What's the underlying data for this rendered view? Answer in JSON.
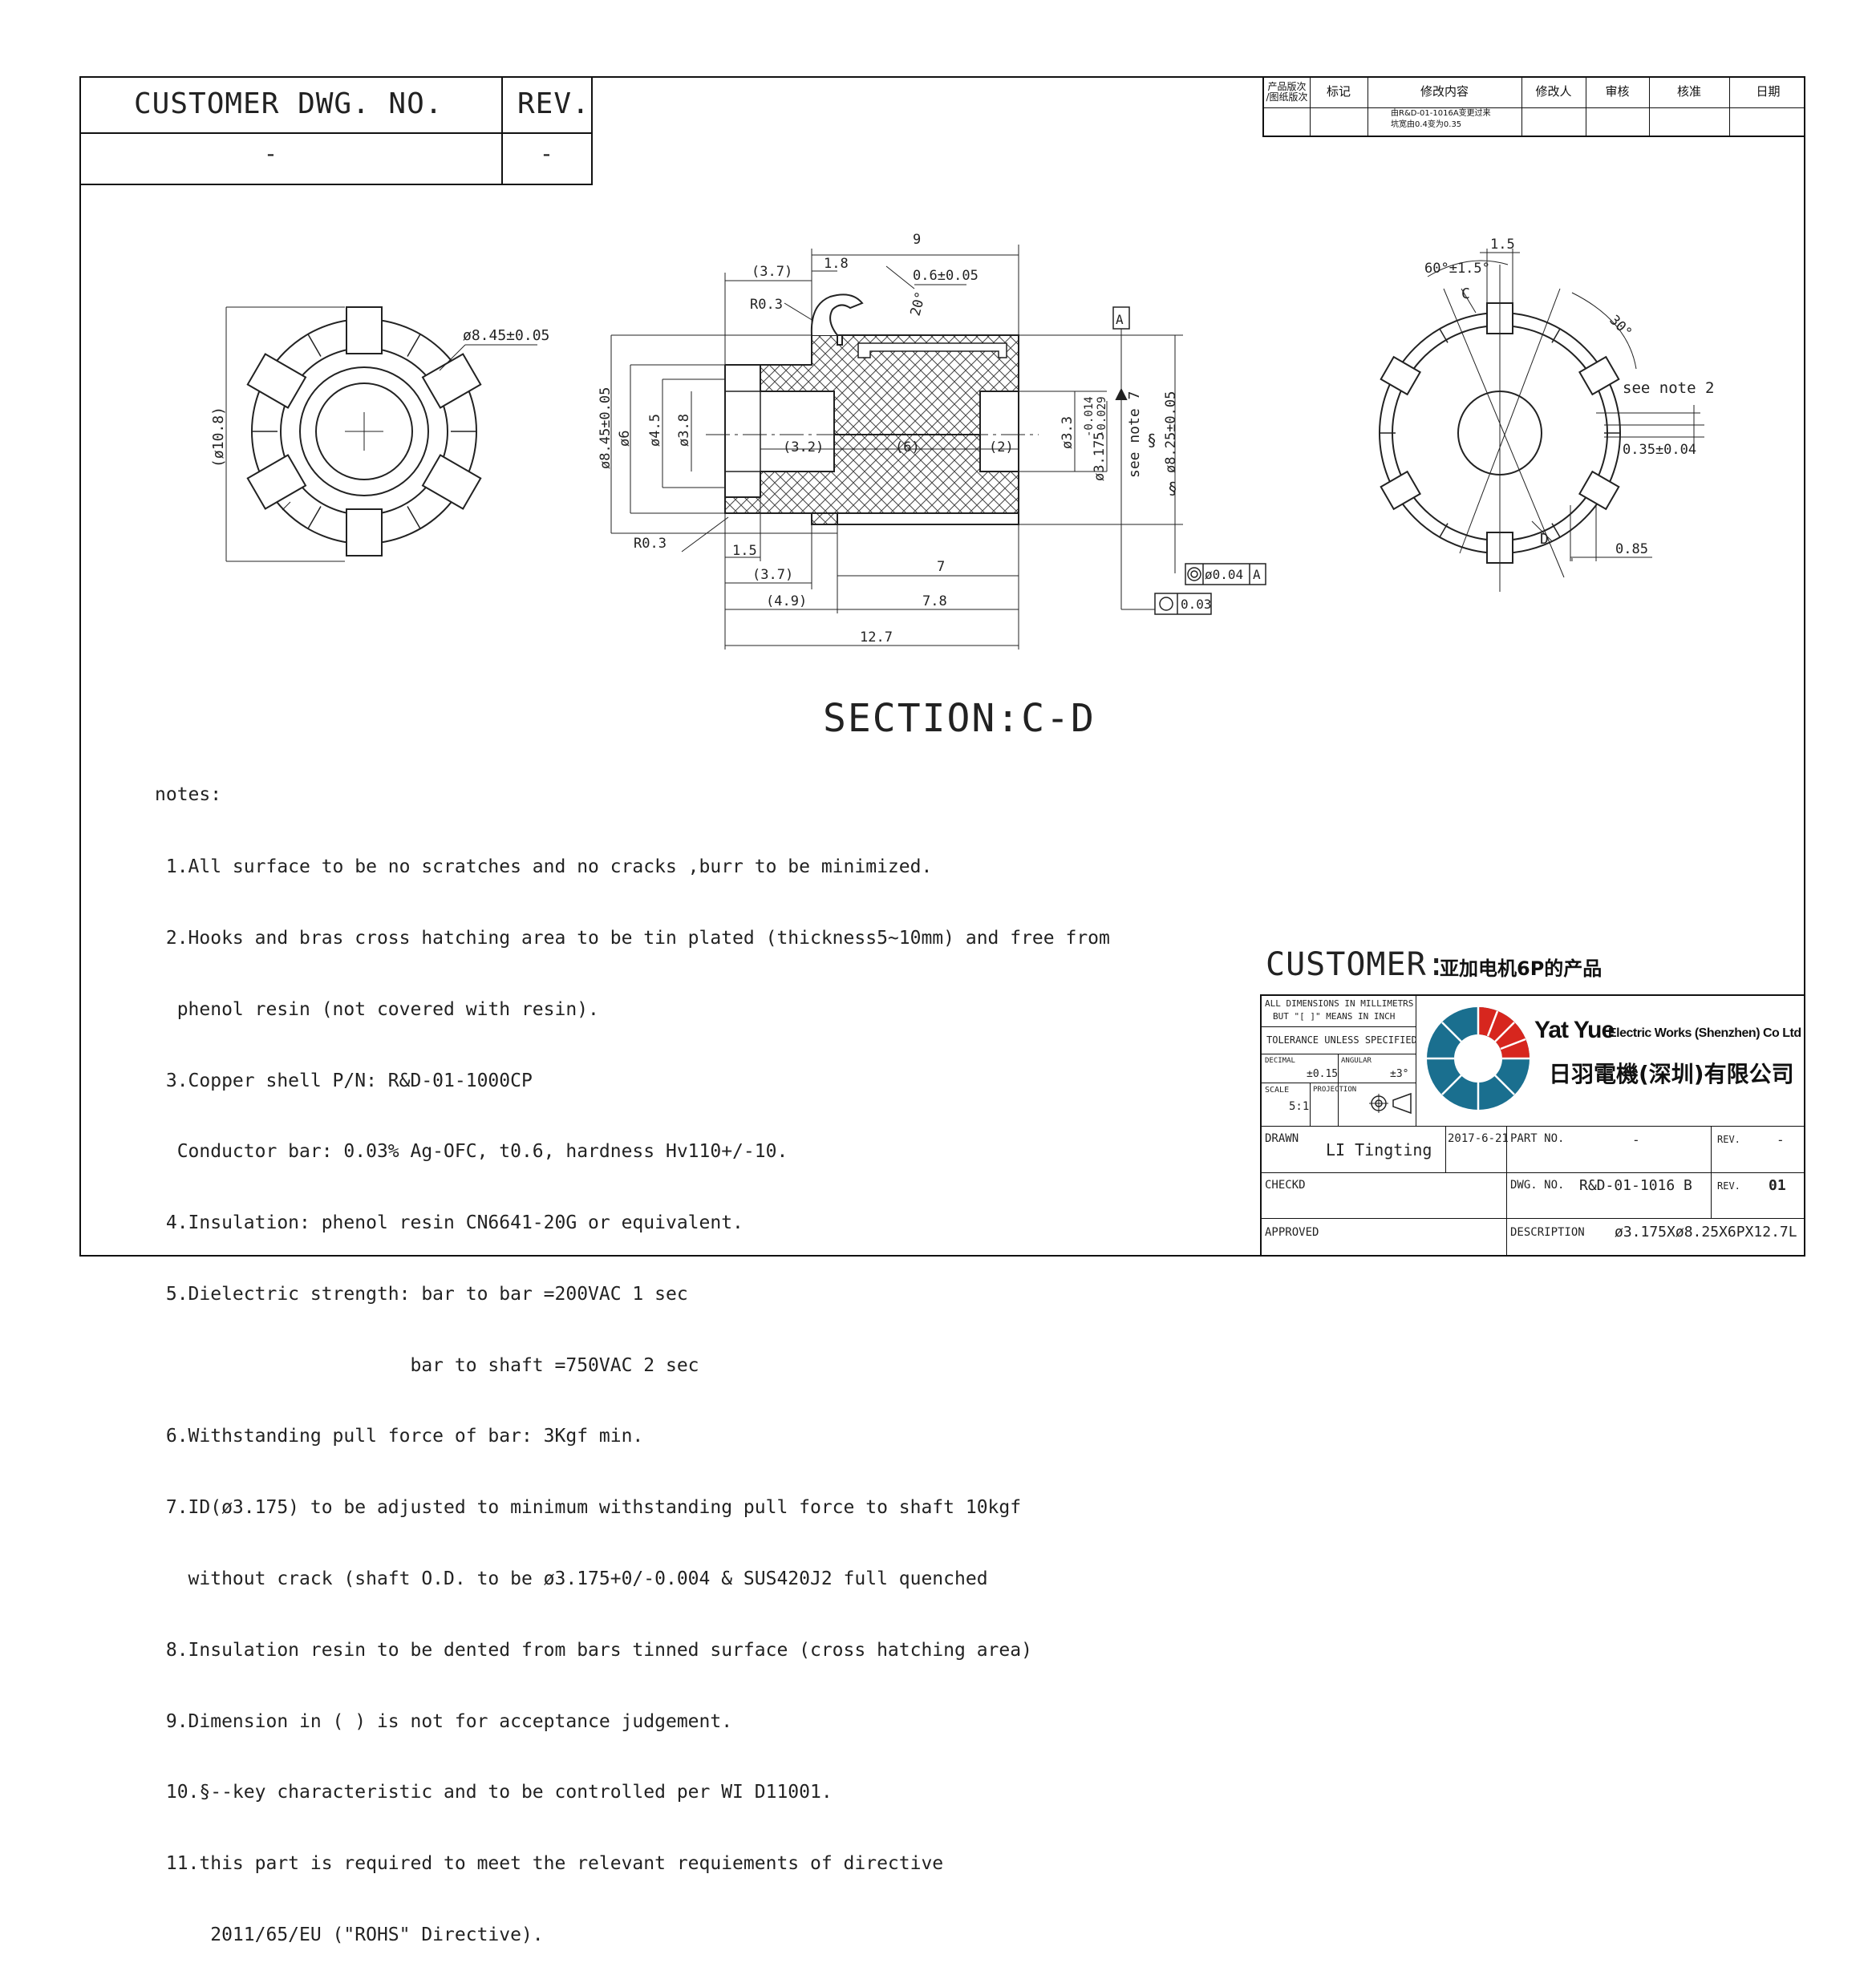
{
  "customer_block": {
    "dwg_label": "CUSTOMER DWG. NO.",
    "rev_label": "REV.",
    "dwg_value": "-",
    "rev_value": "-"
  },
  "revision_table": {
    "headers": [
      "产品版次/图纸版次",
      "标记",
      "修改内容",
      "修改人",
      "审核",
      "核准",
      "日期"
    ],
    "header_version_line1": "产品版次",
    "header_version_line2": "/图纸版次",
    "change_line1": "由R&D-01-1016A变更过来",
    "change_line2": "坑宽由0.4变为0.35"
  },
  "section_title": "SECTION:C-D",
  "dimensions": {
    "left_view": {
      "od": "ø8.45±0.05",
      "overall": "(ø10.8)"
    },
    "section": {
      "d9": "9",
      "d18": "1.8",
      "d37_top": "(3.7)",
      "d06": "0.6±0.05",
      "ang20": "20°",
      "r03_top": "R0.3",
      "d845": "ø8.45±0.05",
      "d6": "ø6",
      "d45": "ø4.5",
      "d38": "ø3.8",
      "d32": "(3.2)",
      "d6b": "(6)",
      "d2": "(2)",
      "d33": "ø3.3",
      "d3175": "ø3.175",
      "tol_up": "-0.014",
      "tol_low": "-0.029",
      "see_note7": "see note 7",
      "d825": "ø8.25±0.05",
      "r03_bot": "R0.3",
      "d15": "1.5",
      "d37_bot": "(3.7)",
      "d7": "7",
      "d49": "(4.9)",
      "d78": "7.8",
      "d127": "12.7",
      "datum": "A",
      "gdt1_val": "ø0.04",
      "gdt1_ref": "A",
      "gdt2_val": "0.03"
    },
    "right_view": {
      "ang60": "60°±1.5°",
      "w15": "1.5",
      "ang30": "30°",
      "c": "C",
      "d": "D",
      "see_note2": "see note 2",
      "d035": "0.35±0.04",
      "d085": "0.85"
    }
  },
  "notes": {
    "heading": "notes:",
    "lines": [
      " 1.All surface to be no scratches and no cracks ,burr to be minimized.",
      " 2.Hooks and bras cross hatching area to be tin plated (thickness5~10mm) and free from",
      "  phenol resin (not covered with resin).",
      " 3.Copper shell P/N: R&D-01-1000CP",
      "  Conductor bar: 0.03% Ag-OFC, t0.6, hardness Hv110+/-10.",
      " 4.Insulation: phenol resin CN6641-20G or equivalent.",
      " 5.Dielectric strength: bar to bar =200VAC 1 sec",
      "                       bar to shaft =750VAC 2 sec",
      " 6.Withstanding pull force of bar: 3Kgf min.",
      " 7.ID(ø3.175) to be adjusted to minimum withstanding pull force to shaft 10kgf",
      "   without crack (shaft O.D. to be ø3.175+0/-0.004 & SUS420J2 full quenched",
      " 8.Insulation resin to be dented from bars tinned surface (cross hatching area)",
      " 9.Dimension in ( ) is not for acceptance judgement.",
      " 10.§--key characteristic and to be controlled per WI D11001.",
      " 11.this part is required to meet the relevant requiements of directive",
      "     2011/65/EU (\"ROHS\" Directive)."
    ]
  },
  "customer": {
    "label": "CUSTOMER:",
    "value": "亚加电机6P的产品"
  },
  "title_block": {
    "dims_note1": "ALL DIMENSIONS IN MILLIMETRS",
    "dims_note2": "BUT \"[ ]\" MEANS IN INCH",
    "tolerance": "TOLERANCE UNLESS SPECIFIED",
    "decimal_label": "DECIMAL",
    "decimal_value": "±0.15",
    "angular_label": "ANGULAR",
    "angular_value": "±3°",
    "scale_label": "SCALE",
    "scale_value": "5:1",
    "projection_label": "PROJECTION",
    "company_en_main": "Yat Yue",
    "company_en_sub": "Electric Works (Shenzhen) Co Ltd",
    "company_cn": "日羽電機(深圳)有限公司",
    "drawn_label": "DRAWN",
    "drawn_value": "LI Tingting",
    "drawn_date": "2017-6-21",
    "part_no_label": "PART NO.",
    "part_no_value": "-",
    "rev_label1": "REV.",
    "rev_value1": "-",
    "checkd_label": "CHECKD",
    "dwg_no_label": "DWG. NO.",
    "dwg_no_value": "R&D-01-1016 B",
    "rev_label2": "REV.",
    "rev_value2": "01",
    "approved_label": "APPROVED",
    "description_label": "DESCRIPTION",
    "description_value": "ø3.175Xø8.25X6PX12.7L"
  }
}
